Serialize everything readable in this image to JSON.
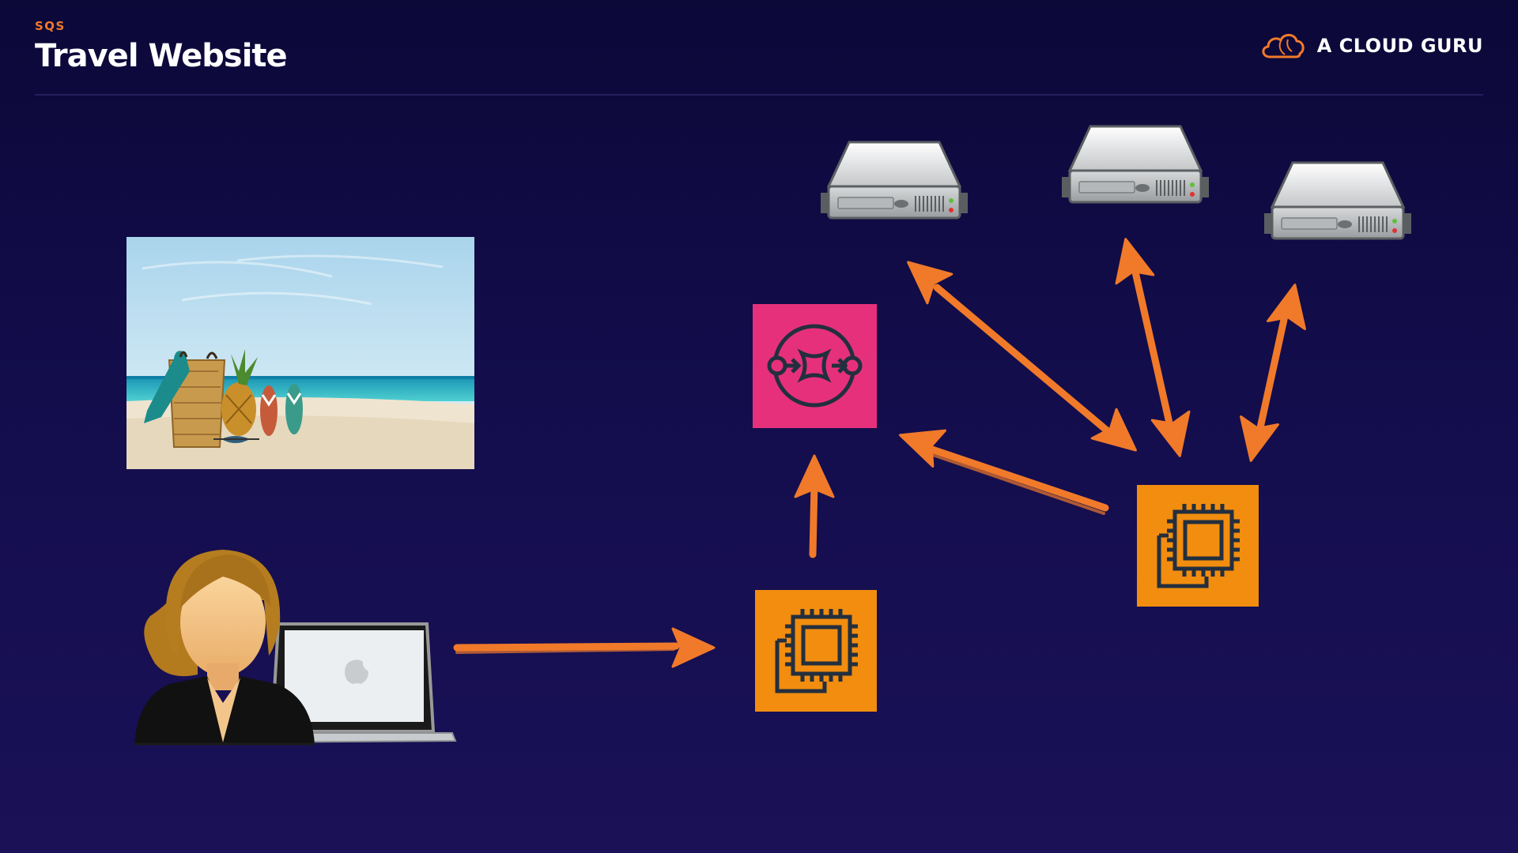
{
  "header": {
    "kicker": "SQS",
    "title": "Travel Website"
  },
  "brand": {
    "name": "A CLOUD GURU",
    "icon": "cloud-logo-icon"
  },
  "nodes": [
    {
      "id": "beach-photo",
      "icon": "beach-photo"
    },
    {
      "id": "user",
      "icon": "user-with-laptop-icon"
    },
    {
      "id": "web-ec2",
      "icon": "ec2-instance-icon"
    },
    {
      "id": "sqs-queue",
      "icon": "sqs-queue-icon"
    },
    {
      "id": "worker-ec2",
      "icon": "ec2-instance-icon"
    },
    {
      "id": "server-1",
      "icon": "server-icon"
    },
    {
      "id": "server-2",
      "icon": "server-icon"
    },
    {
      "id": "server-3",
      "icon": "server-icon"
    }
  ],
  "edges": [
    {
      "from": "user",
      "to": "web-ec2",
      "direction": "one-way"
    },
    {
      "from": "web-ec2",
      "to": "sqs-queue",
      "direction": "one-way"
    },
    {
      "from": "worker-ec2",
      "to": "sqs-queue",
      "direction": "one-way"
    },
    {
      "from": "worker-ec2",
      "to": "server-1",
      "direction": "two-way"
    },
    {
      "from": "worker-ec2",
      "to": "server-2",
      "direction": "two-way"
    },
    {
      "from": "worker-ec2",
      "to": "server-3",
      "direction": "two-way"
    }
  ],
  "colors": {
    "accent": "#f07a2a",
    "ec2": "#f28d0f",
    "sqs": "#e7307b",
    "arrow": "#f07a2a"
  }
}
